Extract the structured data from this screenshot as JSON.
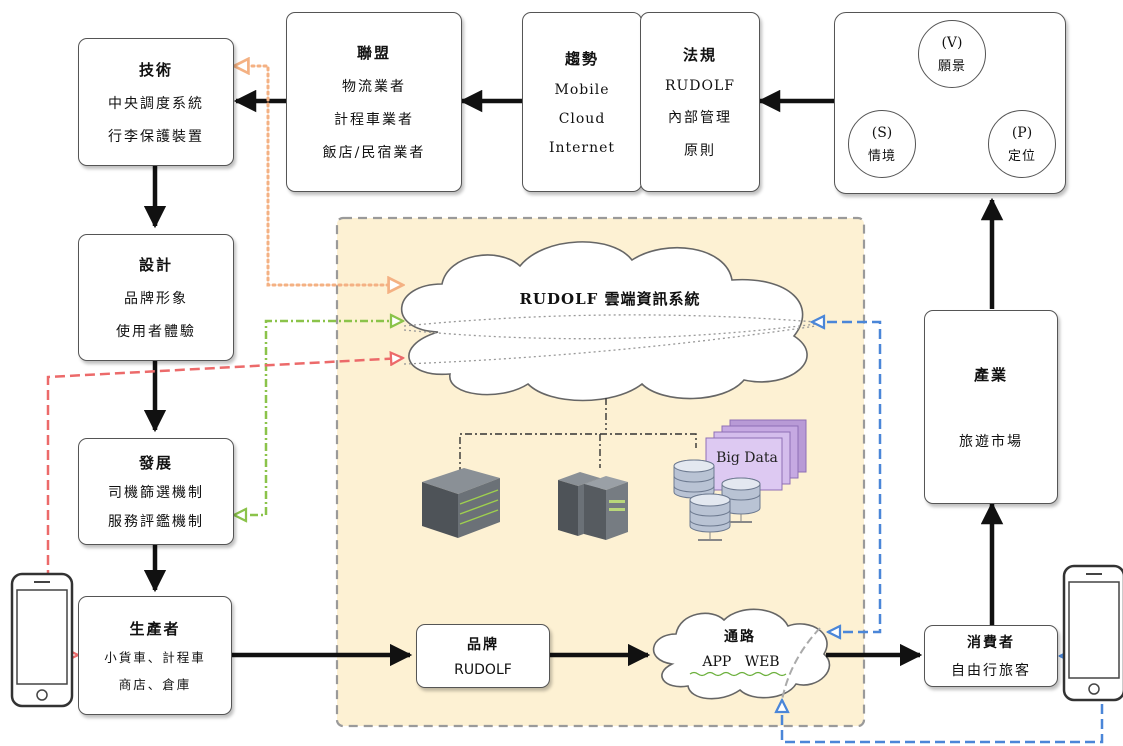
{
  "tech": {
    "title": "技術",
    "lines": [
      "中央調度系統",
      "行李保護裝置"
    ]
  },
  "alliance": {
    "title": "聯盟",
    "lines": [
      "物流業者",
      "計程車業者",
      "飯店/民宿業者"
    ]
  },
  "trend": {
    "title": "趨勢",
    "lines": [
      "Mobile",
      "Cloud",
      "Internet"
    ]
  },
  "regulation": {
    "title": "法規",
    "lines": [
      "RUDOLF",
      "內部管理",
      "原則"
    ]
  },
  "vsp": {
    "v": {
      "code": "(V)",
      "label": "願景"
    },
    "p": {
      "code": "(P)",
      "label": "定位"
    },
    "s": {
      "code": "(S)",
      "label": "情境"
    }
  },
  "design": {
    "title": "設計",
    "lines": [
      "品牌形象",
      "使用者體驗"
    ]
  },
  "development": {
    "title": "發展",
    "lines": [
      "司機篩選機制",
      "服務評鑑機制"
    ]
  },
  "producer": {
    "title": "生產者",
    "lines": [
      "小貨車、計程車",
      "商店、倉庫"
    ]
  },
  "cloud": {
    "title": "RUDOLF 雲端資訊系統"
  },
  "big_data": {
    "label": "Big Data"
  },
  "brand": {
    "title": "品牌",
    "line": "RUDOLF"
  },
  "channel": {
    "title": "通路",
    "line": "APP   WEB"
  },
  "consumer": {
    "title": "消費者",
    "line": "自由行旅客"
  },
  "industry": {
    "title": "產業",
    "line": "旅遊市場"
  },
  "colors": {
    "orange": "#f4b183",
    "green": "#8bc34a",
    "red": "#ec6a6a",
    "blue": "#4a86d8",
    "zone": "#fdf1d3"
  }
}
